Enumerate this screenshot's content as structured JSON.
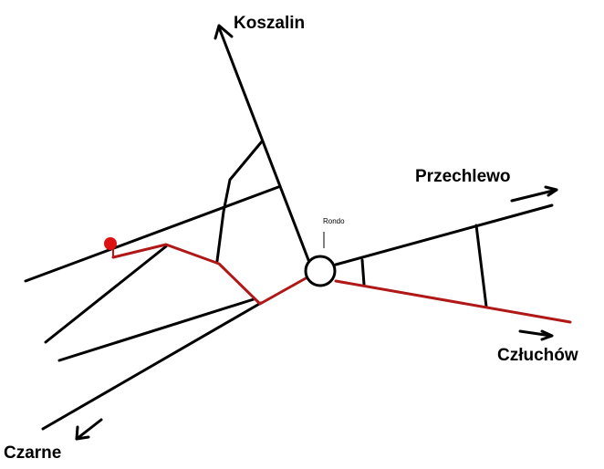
{
  "labels": {
    "koszalin": "Koszalin",
    "przechlewo": "Przechlewo",
    "czluchow": "Człuchów",
    "czarne": "Czarne",
    "rondo": "Rondo"
  },
  "colors": {
    "road": "#000000",
    "route": "#b01818",
    "marker": "#dd1111",
    "background": "#ffffff"
  },
  "icons": {
    "marker": "map-pin-icon",
    "roundabout": "roundabout-circle-icon"
  }
}
